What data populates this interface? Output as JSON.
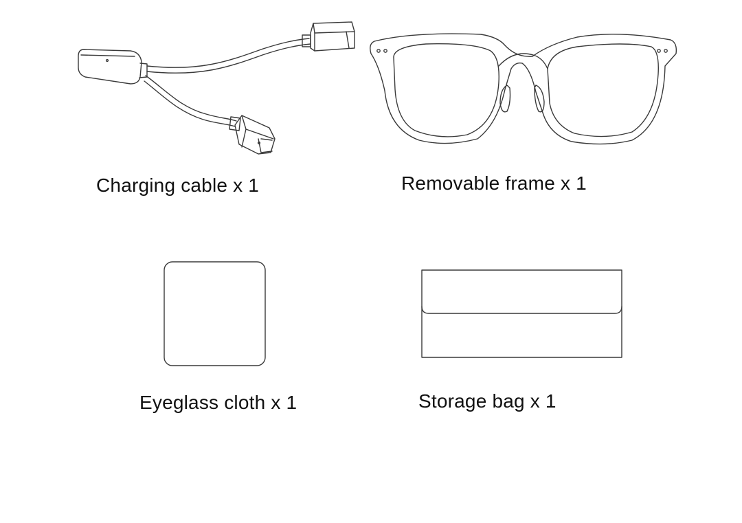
{
  "items": [
    {
      "id": "charging-cable",
      "icon": "charging-cable-icon",
      "label": "Charging cable x 1"
    },
    {
      "id": "removable-frame",
      "icon": "eyeglass-frame-icon",
      "label": "Removable frame x 1"
    },
    {
      "id": "eyeglass-cloth",
      "icon": "cleaning-cloth-icon",
      "label": "Eyeglass cloth x 1"
    },
    {
      "id": "storage-bag",
      "icon": "storage-bag-icon",
      "label": "Storage bag x 1"
    }
  ],
  "colors": {
    "background": "#ffffff",
    "line": "#3a3a3a",
    "text": "#111111"
  }
}
